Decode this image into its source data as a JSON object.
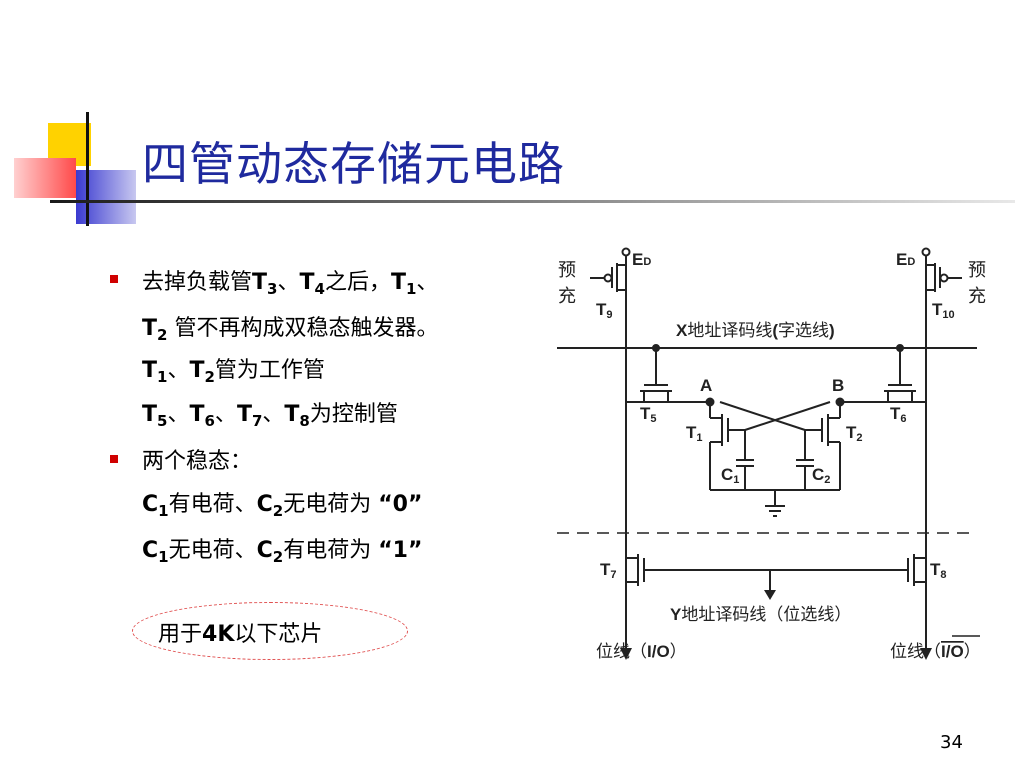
{
  "slide": {
    "title": "四管动态存储元电路",
    "page_number": "34"
  },
  "bullets": {
    "b1": {
      "l1_a": "去掉负载管",
      "l1_t3": "T",
      "l1_t3s": "3",
      "l1_b": "、",
      "l1_t4": "T",
      "l1_t4s": "4",
      "l1_c": "之后，",
      "l1_t1": "T",
      "l1_t1s": "1",
      "l1_d": "、",
      "l2_t2": "T",
      "l2_t2s": "2",
      "l2_a": " 管不再构成双稳态触发器。",
      "l3_t1": "T",
      "l3_t1s": "1",
      "l3_a": "、",
      "l3_t2": "T",
      "l3_t2s": "2",
      "l3_b": "管为工作管",
      "l4_t5": "T",
      "l4_t5s": "5",
      "l4_a": "、",
      "l4_t6": "T",
      "l4_t6s": "6",
      "l4_b": "、",
      "l4_t7": "T",
      "l4_t7s": "7",
      "l4_c": "、",
      "l4_t8": "T",
      "l4_t8s": "8",
      "l4_d": "为控制管"
    },
    "b2": {
      "head": "两个稳态：",
      "l1_c1": "C",
      "l1_c1s": "1",
      "l1_a": "有电荷、",
      "l1_c2": "C",
      "l1_c2s": "2",
      "l1_b": "无电荷为 ",
      "l1_v": "“0”",
      "l2_c1": "C",
      "l2_c1s": "1",
      "l2_a": "无电荷、",
      "l2_c2": "C",
      "l2_c2s": "2",
      "l2_b": "有电荷为 ",
      "l2_v": "“1”"
    }
  },
  "note": {
    "a": "用于",
    "b": "4K",
    "c": "以下芯片"
  },
  "circuit": {
    "precharge_left": [
      "预",
      "充"
    ],
    "precharge_right": [
      "预",
      "充"
    ],
    "ed_left": "E",
    "ed_left_sub": "D",
    "ed_right": "E",
    "ed_right_sub": "D",
    "t9": "T",
    "t9_sub": "9",
    "t10": "T",
    "t10_sub": "10",
    "x_line": {
      "a": "X",
      "b": "地址译码线",
      "c": "(",
      "d": "字选线",
      "e": ")"
    },
    "node_a": "A",
    "node_b": "B",
    "t5": "T",
    "t5_sub": "5",
    "t6": "T",
    "t6_sub": "6",
    "t1": "T",
    "t1_sub": "1",
    "t2": "T",
    "t2_sub": "2",
    "c1": "C",
    "c1_sub": "1",
    "c2": "C",
    "c2_sub": "2",
    "t7": "T",
    "t7_sub": "7",
    "t8": "T",
    "t8_sub": "8",
    "y_line": {
      "a": "Y",
      "b": "地址译码线（位选线）"
    },
    "bitline_left": {
      "a": "位线（",
      "b": "I/O",
      "c": "）"
    },
    "bitline_right": {
      "a": "位线（",
      "b": "I/O",
      "c": "）"
    }
  },
  "colors": {
    "title": "#1f2a9e",
    "deco_yellow": "#ffd200",
    "deco_red": "#ff4a4a",
    "deco_blue": "#3a3ad0",
    "bullet": "#d00000",
    "note_border": "#e05050"
  }
}
